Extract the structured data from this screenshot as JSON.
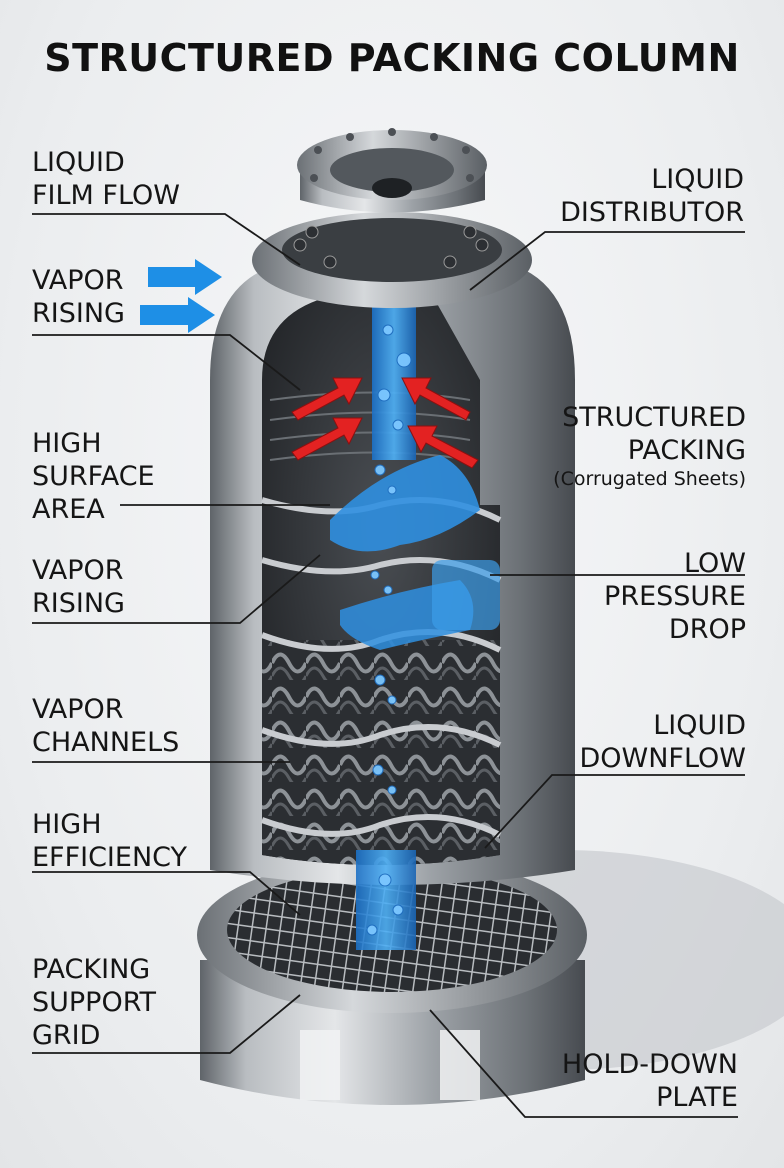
{
  "title": "STRUCTURED PACKING COLUMN",
  "labels_left": {
    "liquid_film_flow": "LIQUID\nFILM FLOW",
    "vapor_rising_top": "VAPOR\nRISING",
    "high_surface_area": "HIGH\nSURFACE\nAREA",
    "vapor_rising_mid": "VAPOR\nRISING",
    "vapor_channels": "VAPOR\nCHANNELS",
    "high_efficiency": "HIGH\nEFFICIENCY",
    "packing_support_grid": "PACKING\nSUPPORT\nGRID"
  },
  "labels_right": {
    "liquid_distributor": "LIQUID\nDISTRIBUTOR",
    "structured_packing": "STRUCTURED\nPACKING",
    "structured_packing_sub": "(Corrugated Sheets)",
    "low_pressure_drop": "LOW\nPRESSURE\nDROP",
    "liquid_downflow": "LIQUID\nDOWNFLOW",
    "hold_down_plate": "HOLD-DOWN\nPLATE"
  },
  "colors": {
    "liquid": "#2f8fe0",
    "vapor_arrow_blue": "#1e8fe6",
    "vapor_arrow_red": "#e32222",
    "steel": "#8a8e93"
  }
}
